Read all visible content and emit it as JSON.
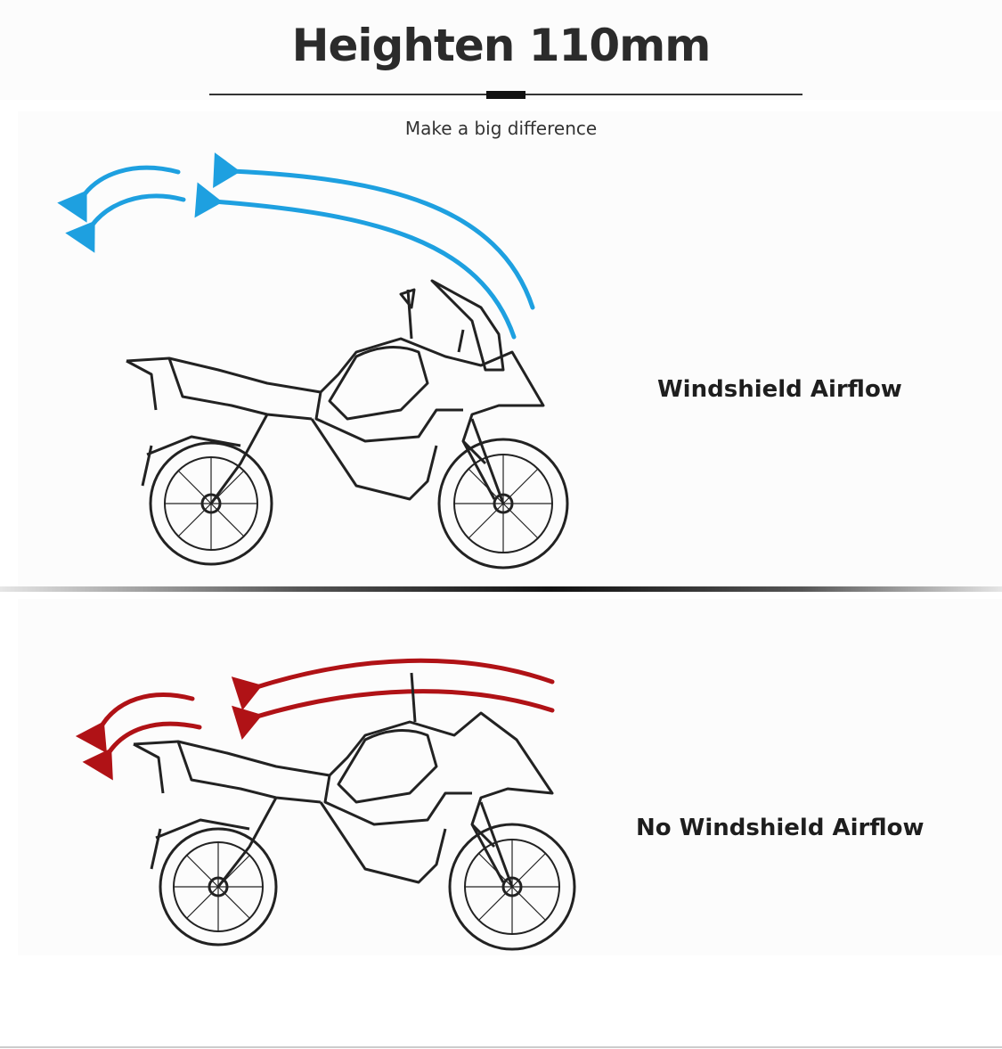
{
  "header": {
    "title": "Heighten 110mm",
    "subtitle": "Make a big difference"
  },
  "sections": [
    {
      "label": "Windshield Airflow",
      "arrow_color": "#1ea0e0"
    },
    {
      "label": "No Windshield Airflow",
      "arrow_color": "#b01216"
    }
  ]
}
